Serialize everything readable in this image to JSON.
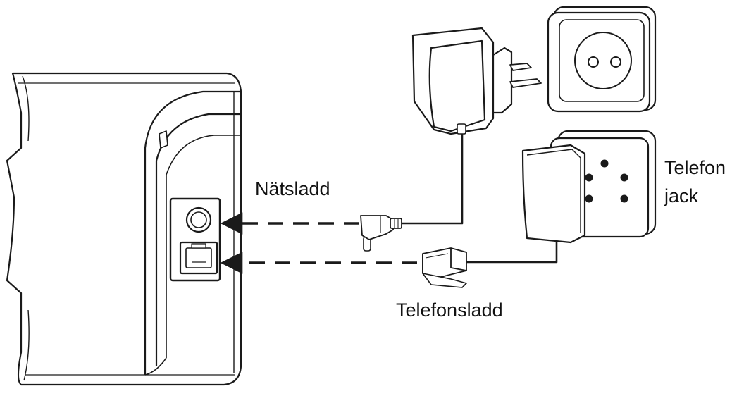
{
  "labels": {
    "power_cord": "Nätsladd",
    "phone_cord": "Telefonsladd",
    "phone_jack_line1": "Telefon",
    "phone_jack_line2": "jack"
  },
  "colors": {
    "line": "#1a1a1a",
    "cord": "#333333",
    "background": "#ffffff",
    "text": "#111111"
  },
  "icons": {
    "base_station": "base-station-icon",
    "power_adapter": "power-adapter-icon",
    "wall_socket": "wall-socket-icon",
    "phone_wall_jack": "phone-wall-jack-icon",
    "dc_plug": "dc-plug-icon",
    "rj11_plug": "rj11-plug-icon"
  }
}
